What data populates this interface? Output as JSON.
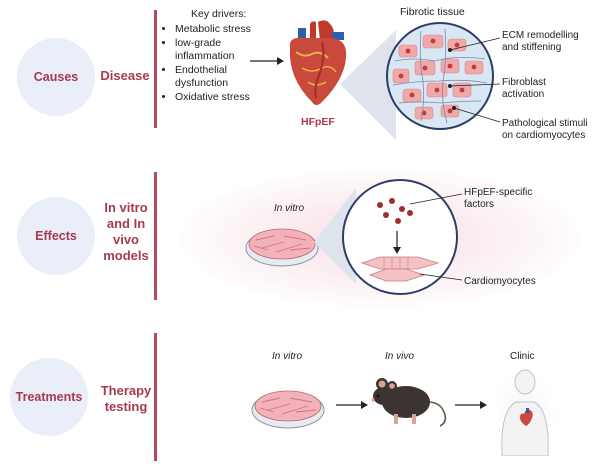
{
  "rows": [
    {
      "circle": "Causes",
      "title": "Disease"
    },
    {
      "circle": "Effects",
      "title_lines": [
        "In vitro",
        "and In",
        "vivo",
        "models"
      ]
    },
    {
      "circle": "Treatments",
      "title_lines": [
        "Therapy",
        "testing"
      ]
    }
  ],
  "disease": {
    "drivers_title": "Key drivers:",
    "drivers": [
      "Metabolic stress",
      "low-grade inflammation",
      "Endothelial dysfunction",
      "Oxidative stress"
    ],
    "heart_label": "HFpEF",
    "fibrotic_title": "Fibrotic tissue",
    "callouts": [
      "ECM remodelling and stiffening",
      "Fibroblast activation",
      "Pathological stimuli on cardiomyocytes"
    ]
  },
  "models": {
    "in_vitro_label": "In vitro",
    "factors_label": "HFpEF-specific factors",
    "cardiomyocytes_label": "Cardiomyocytes"
  },
  "therapy": {
    "in_vitro_label": "In vitro",
    "in_vivo_label": "In vivo",
    "clinic_label": "Clinic"
  },
  "colors": {
    "accent": "#a63a4e",
    "circle_bg": "#e9eef8",
    "bar": "#b5485d"
  },
  "icons": [
    "heart-icon",
    "petri-dish-icon",
    "mouse-icon",
    "human-icon",
    "arrow-icon"
  ]
}
